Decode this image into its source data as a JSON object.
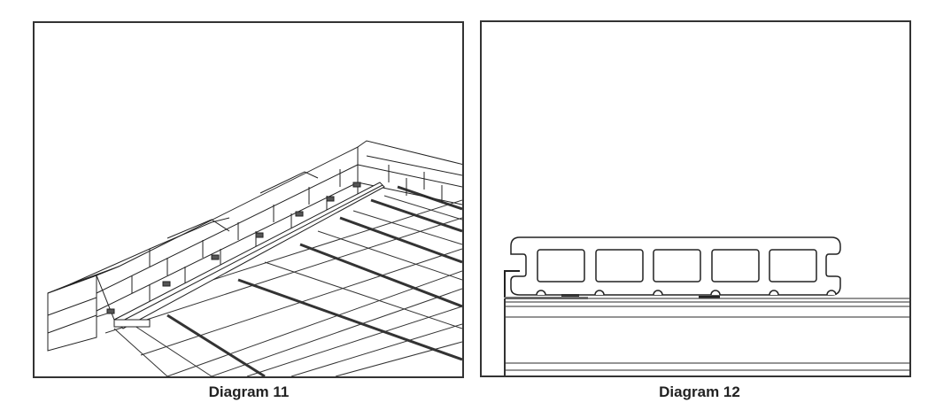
{
  "diagrams": [
    {
      "id": "11",
      "caption": "Diagram 11",
      "description": "Isometric view of first composite deck board laid against brick wall on joists with starter clips",
      "elements": [
        "brick-wall",
        "deck-board",
        "joists",
        "starter-clips"
      ]
    },
    {
      "id": "12",
      "caption": "Diagram 12",
      "description": "Cross-section of hollow deck board with 5 cavities resting on joist with starter clip at left edge",
      "cavities": 5,
      "elements": [
        "hollow-deck-board",
        "starter-clip",
        "hidden-clip",
        "joist"
      ]
    }
  ],
  "colors": {
    "line": "#222222",
    "frame": "#333333",
    "background": "#ffffff"
  }
}
